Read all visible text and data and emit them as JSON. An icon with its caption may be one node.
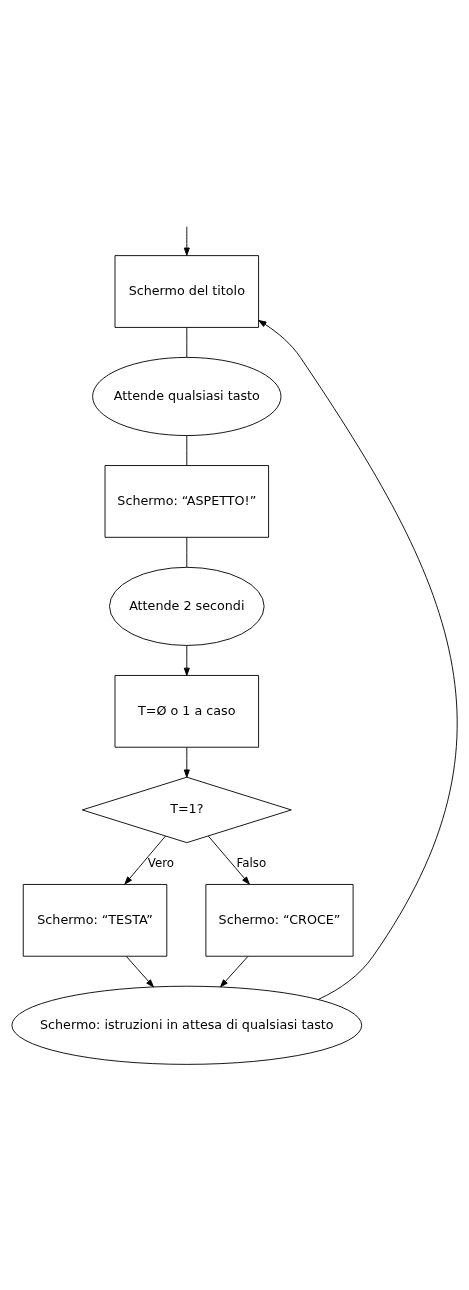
{
  "diagram": {
    "nodes": [
      {
        "text": [
          "Schermo del titolo"
        ]
      },
      {
        "text": [
          "Attende qualsiasi tasto"
        ]
      },
      {
        "text": [
          "Schermo: “ASPETTO!”"
        ]
      },
      {
        "text": [
          "Attende 2 secondi"
        ]
      },
      {
        "text": [
          "T=Ø o 1 a caso"
        ]
      },
      {
        "text": [
          "T=1?"
        ]
      },
      {
        "text": [
          "Schermo: “TESTA”"
        ]
      },
      {
        "text": [
          "Schermo: “CROCE”"
        ]
      },
      {
        "text": [
          "Schermo: istruzioni in attesa di qualsiasi tasto"
        ]
      }
    ],
    "edges": [
      {
        "from": null,
        "to": 0,
        "arrow": "to"
      },
      {
        "from": 8,
        "to": 0,
        "arrow": "to"
      },
      {
        "from": 0,
        "to": 1,
        "arrow": "none"
      },
      {
        "from": 1,
        "to": 2,
        "arrow": "none"
      },
      {
        "from": 2,
        "to": 3,
        "arrow": "none"
      },
      {
        "from": 3,
        "to": 4,
        "arrow": "to"
      },
      {
        "from": 4,
        "to": 5,
        "arrow": "to"
      },
      {
        "from": 5,
        "to": 6,
        "arrow": "to",
        "label": "Vero"
      },
      {
        "from": 5,
        "to": 7,
        "arrow": "to",
        "label": "Falso"
      },
      {
        "from": 6,
        "to": 8,
        "arrow": "to"
      },
      {
        "from": 7,
        "to": 8,
        "arrow": "to"
      }
    ]
  }
}
